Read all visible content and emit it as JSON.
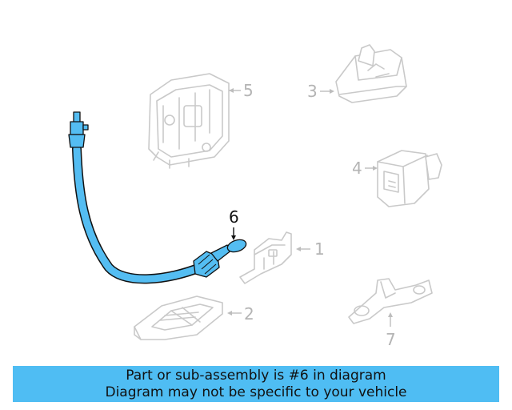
{
  "callouts": {
    "c1": "1",
    "c2": "2",
    "c3": "3",
    "c4": "4",
    "c5": "5",
    "c6": "6",
    "c7": "7"
  },
  "highlighted_part": "6",
  "colors": {
    "highlight": "#54bdf2",
    "ghost_stroke": "#c9c9c9",
    "banner": "#4fbdf3"
  },
  "banner": {
    "line1": "Part or sub-assembly is #6 in diagram",
    "line2": "Diagram may not be specific to your vehicle"
  }
}
